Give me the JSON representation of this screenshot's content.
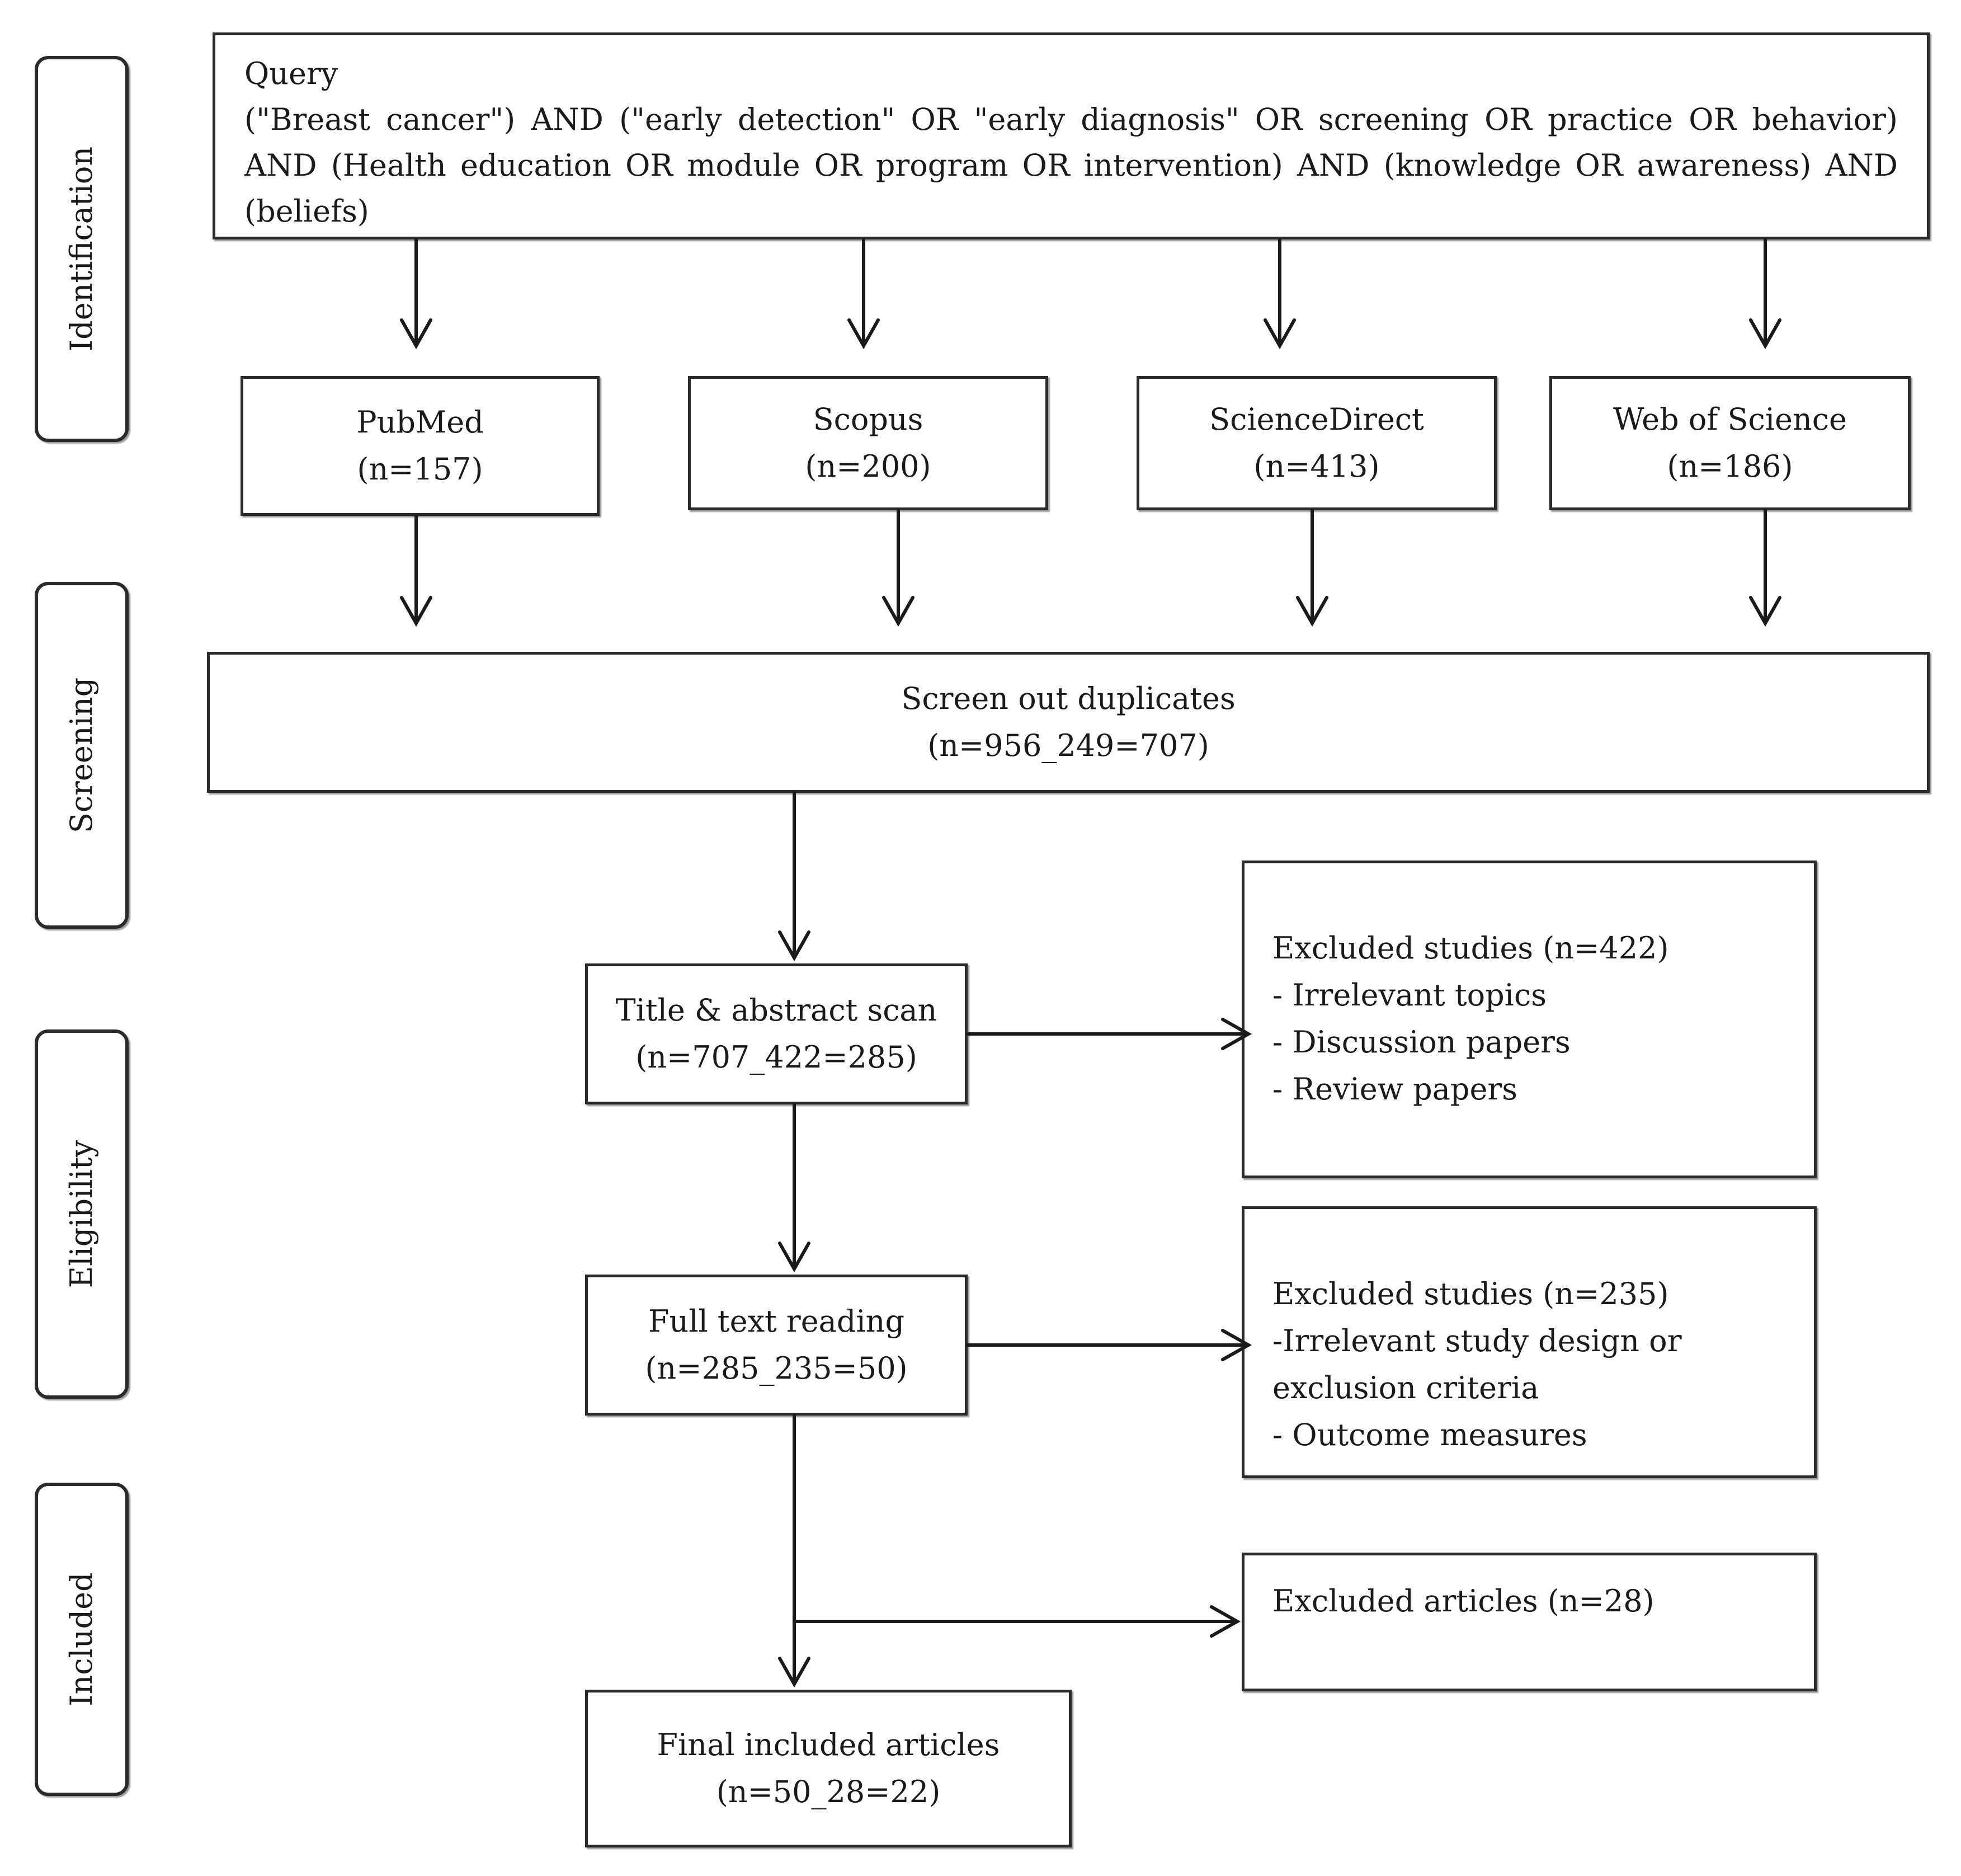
{
  "phases": {
    "identification": "Identification",
    "screening": "Screening",
    "eligibility": "Eligibility",
    "included": "Included"
  },
  "query": {
    "title": "Query",
    "text": "(\"Breast cancer\") AND (\"early detection\" OR \"early diagnosis\" OR screening OR practice OR behavior) AND (Health education OR module OR program OR intervention) AND (knowledge OR awareness) AND (beliefs)"
  },
  "databases": [
    {
      "name": "PubMed",
      "count": "(n=157)"
    },
    {
      "name": "Scopus",
      "count": "(n=200)"
    },
    {
      "name": "ScienceDirect",
      "count": "(n=413)"
    },
    {
      "name": "Web of Science",
      "count": "(n=186)"
    }
  ],
  "screen_out": {
    "label": "Screen out duplicates",
    "count": "(n=956_249=707)"
  },
  "title_scan": {
    "label": "Title & abstract scan",
    "count": "(n=707_422=285)"
  },
  "full_text": {
    "label": "Full text reading",
    "count": "(n=285_235=50)"
  },
  "final": {
    "label": "Final included articles",
    "count": "(n=50_28=22)"
  },
  "excluded_1": {
    "title": "Excluded studies (n=422)",
    "items": [
      "- Irrelevant topics",
      "- Discussion papers",
      "- Review papers"
    ]
  },
  "excluded_2": {
    "title": "Excluded studies (n=235)",
    "items": [
      "-Irrelevant study design or",
      "exclusion criteria",
      "- Outcome measures"
    ]
  },
  "excluded_3": {
    "title": "Excluded articles (n=28)"
  }
}
